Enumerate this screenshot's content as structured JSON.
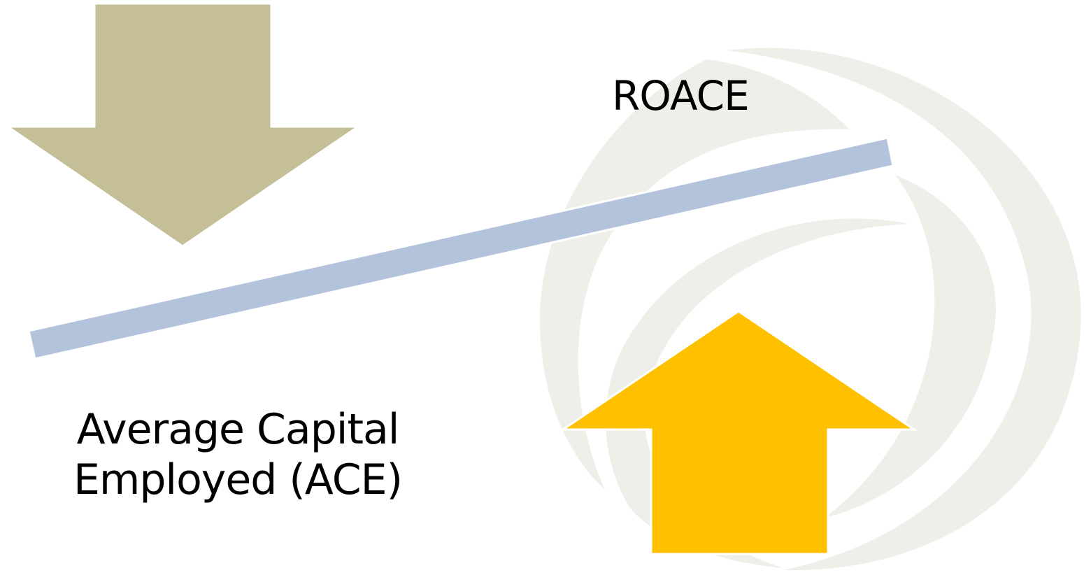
{
  "labels": {
    "top_right": "ROACE",
    "bottom_left": "Average Capital\nEmployed (ACE)"
  },
  "arrows": [
    {
      "name": "down-arrow",
      "direction": "down",
      "color": "#c5bf98"
    },
    {
      "name": "up-arrow",
      "direction": "up",
      "color": "#ffc000"
    }
  ],
  "seesaw": {
    "color": "#b4c3dc",
    "tilt": "rising to the right"
  },
  "watermark": {
    "icon": "swirl-logo",
    "color": "#efefe9"
  }
}
